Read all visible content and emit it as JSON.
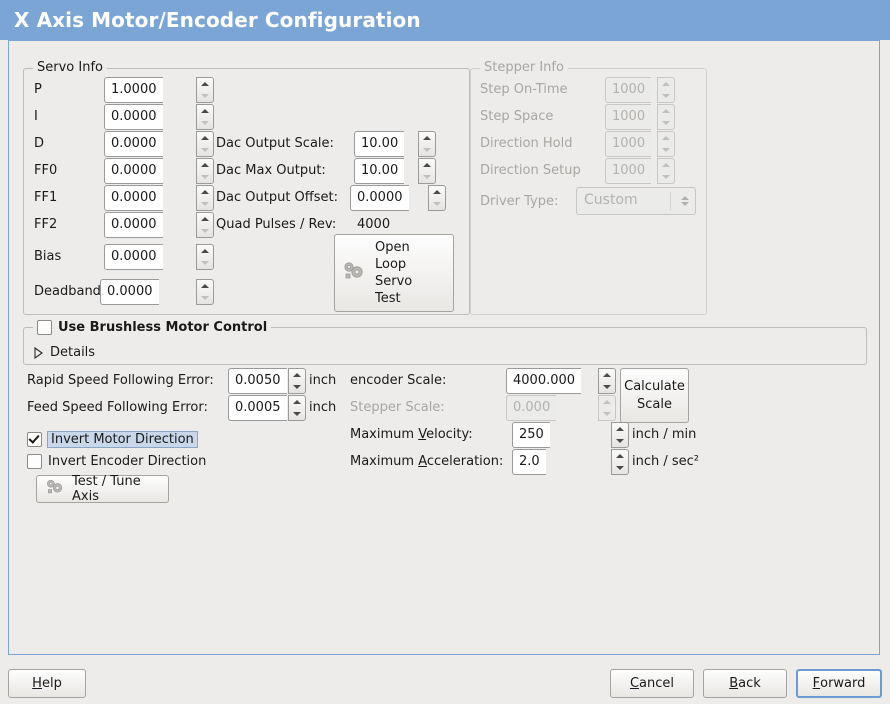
{
  "window": {
    "title": "X Axis Motor/Encoder Configuration",
    "title_bg": "#7ba5d5",
    "body_bg": "#edecea",
    "accent": "#6d9ad0"
  },
  "servo_info": {
    "group_title": "Servo Info",
    "rows": [
      {
        "label": "P",
        "value": "1.0000"
      },
      {
        "label": "I",
        "value": "0.0000"
      },
      {
        "label": "D",
        "value": "0.0000"
      },
      {
        "label": "FF0",
        "value": "0.0000"
      },
      {
        "label": "FF1",
        "value": "0.0000"
      },
      {
        "label": "FF2",
        "value": "0.0000"
      },
      {
        "label": "Bias",
        "value": "0.0000"
      },
      {
        "label": "Deadband",
        "value": "0.0000"
      }
    ],
    "dac": {
      "output_scale_label": "Dac Output Scale:",
      "output_scale_value": "10.00",
      "max_output_label": "Dac Max Output:",
      "max_output_value": "10.00",
      "output_offset_label": "Dac Output Offset:",
      "output_offset_value": "0.0000",
      "quad_pulses_label": "Quad Pulses / Rev:",
      "quad_pulses_value": "4000"
    },
    "open_loop_button": {
      "line1": "Open",
      "line2": "Loop",
      "line3": "Servo",
      "line4": "Test",
      "icon": "gears-icon"
    }
  },
  "stepper_info": {
    "group_title": "Stepper Info",
    "disabled": true,
    "rows": [
      {
        "label": "Step On-Time",
        "value": "1000"
      },
      {
        "label": "Step Space",
        "value": "1000"
      },
      {
        "label": "Direction Hold",
        "value": "1000"
      },
      {
        "label": "Direction Setup",
        "value": "1000"
      }
    ],
    "driver_type_label": "Driver Type:",
    "driver_type_value": "Custom",
    "driver_type_options": [
      "Custom"
    ]
  },
  "brushless": {
    "checkbox_label": "Use Brushless Motor Control",
    "checked": false,
    "details_label": "Details",
    "details_expanded": false
  },
  "errors": {
    "rapid_label": "Rapid Speed Following Error:",
    "rapid_value": "0.0050",
    "rapid_unit": "inch",
    "feed_label": "Feed Speed Following Error:",
    "feed_value": "0.0005",
    "feed_unit": "inch"
  },
  "inverts": {
    "motor_label": "Invert Motor Direction",
    "motor_checked": true,
    "motor_focused": true,
    "encoder_label": "Invert Encoder Direction",
    "encoder_checked": false
  },
  "test_tune_button": {
    "label": "Test / Tune Axis",
    "icon": "gears-icon"
  },
  "scales": {
    "encoder_label": "encoder Scale:",
    "encoder_value": "4000.000",
    "stepper_label": "Stepper Scale:",
    "stepper_value": "0.000",
    "stepper_disabled": true,
    "calculate_button_line1": "Calculate",
    "calculate_button_line2": "Scale",
    "max_velocity_label": "Maximum Velocity:",
    "max_velocity_accel_key": "V",
    "max_velocity_value": "250",
    "max_velocity_unit": "inch / min",
    "max_accel_label": "Maximum Acceleration:",
    "max_accel_accel_key": "A",
    "max_accel_value": "2.0",
    "max_accel_unit": "inch / sec²"
  },
  "footer": {
    "help_label": "Help",
    "help_accel": "H",
    "cancel_label": "Cancel",
    "cancel_accel": "C",
    "back_label": "Back",
    "back_accel": "B",
    "forward_label": "Forward",
    "forward_accel": "F",
    "forward_focused": true
  }
}
